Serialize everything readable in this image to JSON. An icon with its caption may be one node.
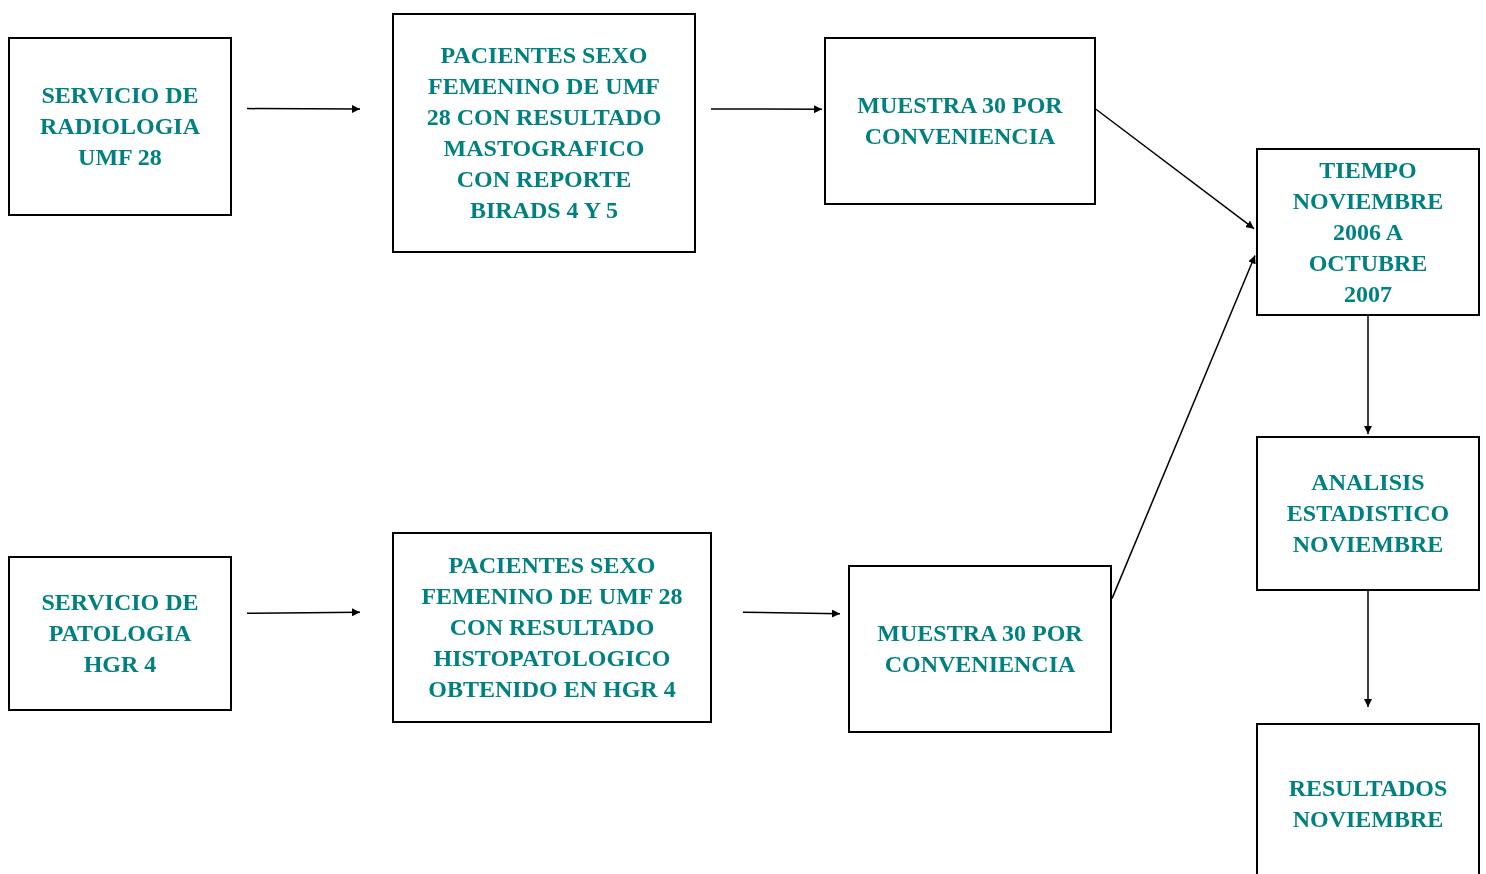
{
  "diagram": {
    "nodes": [
      {
        "text": [
          "SERVICIO DE RADIOLOGIA UMF 28"
        ]
      },
      {
        "text": [
          "PACIENTES SEXO FEMENINO DE UMF 28 CON RESULTADO MASTOGRAFICO CON REPORTE BIRADS 4 Y 5"
        ]
      },
      {
        "text": [
          "MUESTRA 30 POR CONVENIENCIA"
        ]
      },
      {
        "text": [
          "TIEMPO NOVIEMBRE 2006 A OCTUBRE 2007"
        ]
      },
      {
        "text": [
          "SERVICIO DE PATOLOGIA HGR 4"
        ]
      },
      {
        "text": [
          "PACIENTES SEXO FEMENINO DE UMF 28 CON RESULTADO HISTOPATOLOGICO OBTENIDO EN HGR 4"
        ]
      },
      {
        "text": [
          "MUESTRA 30 POR CONVENIENCIA"
        ]
      },
      {
        "text": [
          "ANALISIS ESTADISTICO NOVIEMBRE"
        ]
      },
      {
        "text": [
          "RESULTADOS NOVIEMBRE"
        ]
      }
    ],
    "edges": [
      {
        "from": 0,
        "to": 1,
        "arrow": "to"
      },
      {
        "from": 1,
        "to": 2,
        "arrow": "to"
      },
      {
        "from": 2,
        "to": 3,
        "arrow": "to"
      },
      {
        "from": 4,
        "to": 5,
        "arrow": "to"
      },
      {
        "from": 5,
        "to": 6,
        "arrow": "to"
      },
      {
        "from": 6,
        "to": 3,
        "arrow": "to"
      },
      {
        "from": 3,
        "to": 7,
        "arrow": "to"
      },
      {
        "from": 7,
        "to": 8,
        "arrow": "to"
      }
    ]
  }
}
